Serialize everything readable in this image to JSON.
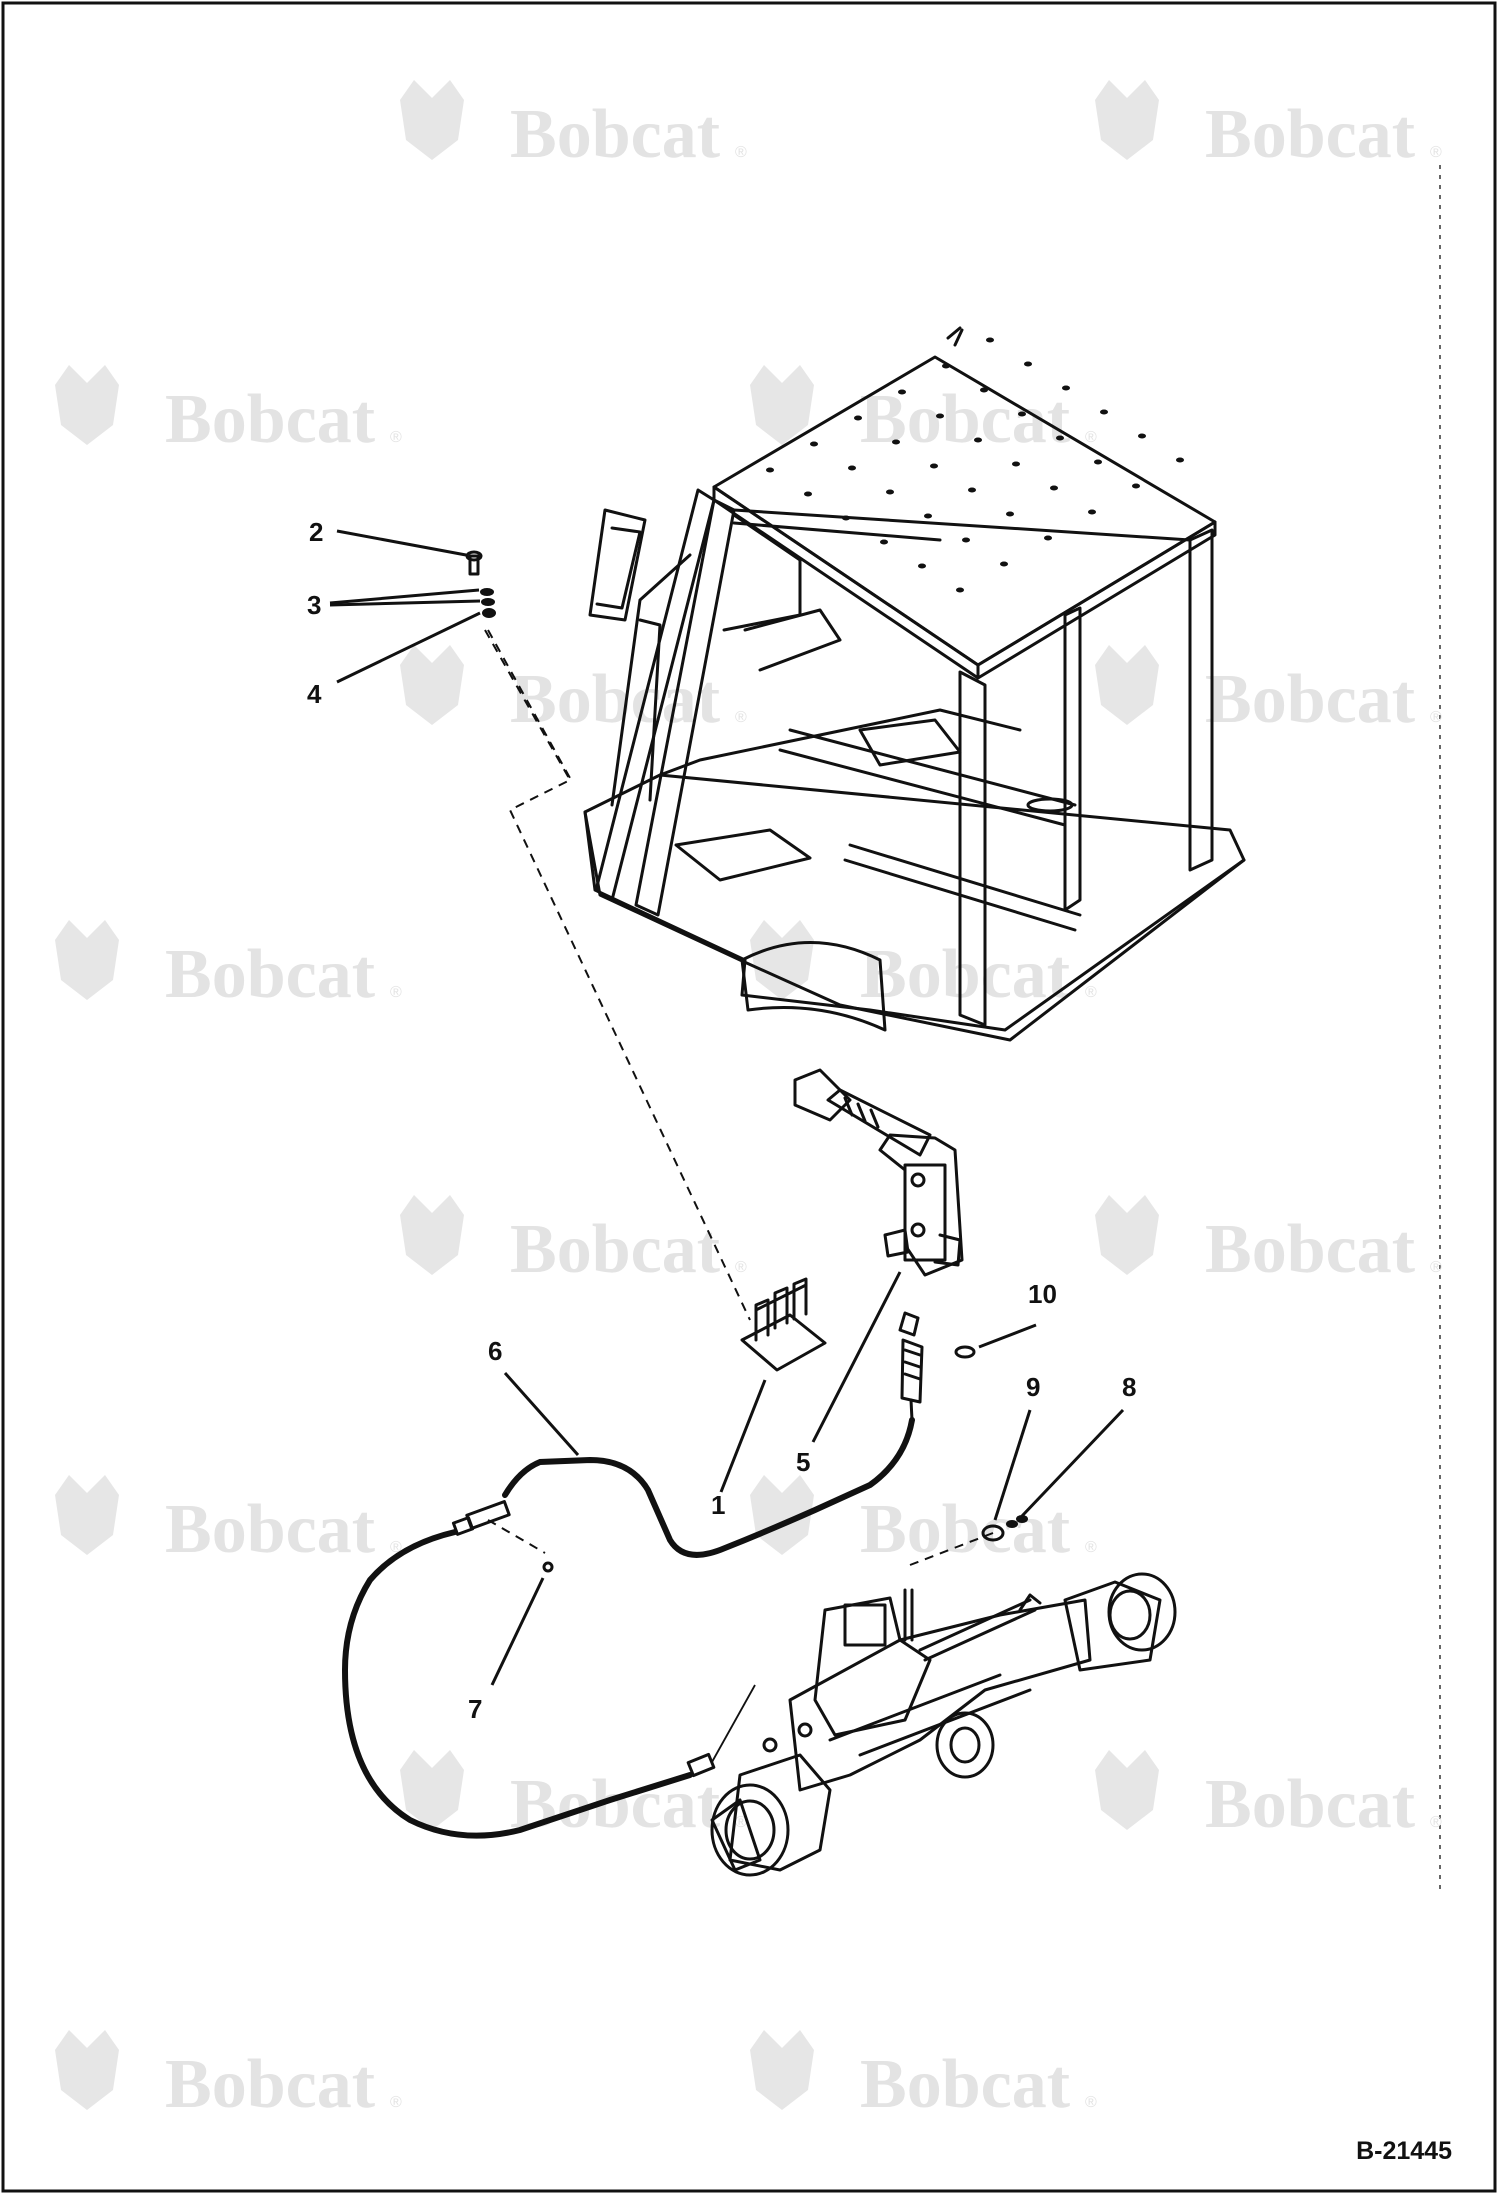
{
  "watermark": {
    "brand": "Bobcat",
    "mark": "®"
  },
  "callouts": [
    {
      "id": "1",
      "label": "1"
    },
    {
      "id": "2",
      "label": "2"
    },
    {
      "id": "3",
      "label": "3"
    },
    {
      "id": "4",
      "label": "4"
    },
    {
      "id": "5",
      "label": "5"
    },
    {
      "id": "6",
      "label": "6"
    },
    {
      "id": "7",
      "label": "7"
    },
    {
      "id": "8",
      "label": "8"
    },
    {
      "id": "9",
      "label": "9"
    },
    {
      "id": "10",
      "label": "10"
    }
  ],
  "drawing_number": "B-21445",
  "parts": {
    "cab": "cab-frame",
    "lever": "parking-brake-lever",
    "bracket": "lever-mounting-bracket",
    "cable": "parking-brake-cable",
    "axle": "rear-axle"
  }
}
